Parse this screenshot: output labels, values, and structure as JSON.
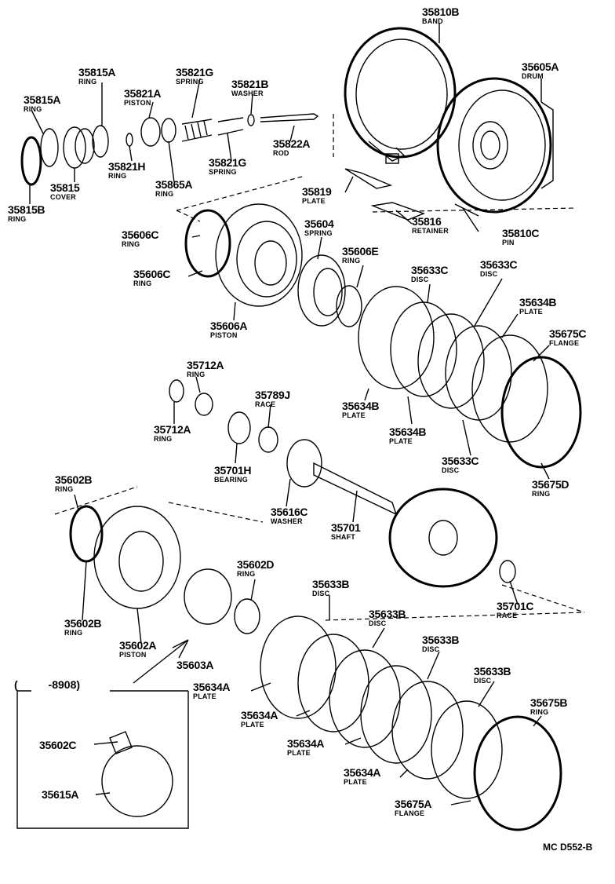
{
  "parts": [
    {
      "id": "35810B",
      "name": "BAND"
    },
    {
      "id": "35605A",
      "name": "DRUM"
    },
    {
      "id": "35815A",
      "name": "RING"
    },
    {
      "id": "35821G",
      "name": "SPRING"
    },
    {
      "id": "35821A",
      "name": "PISTON"
    },
    {
      "id": "35821B",
      "name": "WASHER"
    },
    {
      "id": "35815A",
      "name": "RING"
    },
    {
      "id": "35822A",
      "name": "ROD"
    },
    {
      "id": "35821H",
      "name": "RING"
    },
    {
      "id": "35815",
      "name": "COVER"
    },
    {
      "id": "35865A",
      "name": "RING"
    },
    {
      "id": "35821G",
      "name": "SPRING"
    },
    {
      "id": "35819",
      "name": "PLATE"
    },
    {
      "id": "35815B",
      "name": "RING"
    },
    {
      "id": "35816",
      "name": "RETAINER"
    },
    {
      "id": "35810C",
      "name": "PIN"
    },
    {
      "id": "35604",
      "name": "SPRING"
    },
    {
      "id": "35606C",
      "name": "RING"
    },
    {
      "id": "35606E",
      "name": "RING"
    },
    {
      "id": "35606C",
      "name": "RING"
    },
    {
      "id": "35633C",
      "name": "DISC"
    },
    {
      "id": "35633C",
      "name": "DISC"
    },
    {
      "id": "35606A",
      "name": "PISTON"
    },
    {
      "id": "35634B",
      "name": "PLATE"
    },
    {
      "id": "35675C",
      "name": "FLANGE"
    },
    {
      "id": "35712A",
      "name": "RING"
    },
    {
      "id": "35634B",
      "name": "PLATE"
    },
    {
      "id": "35789J",
      "name": "RACE"
    },
    {
      "id": "35634B",
      "name": "PLATE"
    },
    {
      "id": "35712A",
      "name": "RING"
    },
    {
      "id": "35633C",
      "name": "DISC"
    },
    {
      "id": "35701H",
      "name": "BEARING"
    },
    {
      "id": "35675D",
      "name": "RING"
    },
    {
      "id": "35602B",
      "name": "RING"
    },
    {
      "id": "35616C",
      "name": "WASHER"
    },
    {
      "id": "35701",
      "name": "SHAFT"
    },
    {
      "id": "35602D",
      "name": "RING"
    },
    {
      "id": "35701C",
      "name": "RACE"
    },
    {
      "id": "35602B",
      "name": "RING"
    },
    {
      "id": "35633B",
      "name": "DISC"
    },
    {
      "id": "35602A",
      "name": "PISTON"
    },
    {
      "id": "35633B",
      "name": "DISC"
    },
    {
      "id": "35603A",
      "name": ""
    },
    {
      "id": "35633B",
      "name": "DISC"
    },
    {
      "id": "35633B",
      "name": "DISC"
    },
    {
      "id": "35634A",
      "name": "PLATE"
    },
    {
      "id": "35675B",
      "name": "RING"
    },
    {
      "id": "35634A",
      "name": "PLATE"
    },
    {
      "id": "35634A",
      "name": "PLATE"
    },
    {
      "id": "35634A",
      "name": "PLATE"
    },
    {
      "id": "35675A",
      "name": "FLANGE"
    },
    {
      "id": "35602C",
      "name": ""
    },
    {
      "id": "35615A",
      "name": ""
    }
  ],
  "inset": {
    "title": "(          -8908)"
  },
  "drawing_code": "MC D552-B"
}
